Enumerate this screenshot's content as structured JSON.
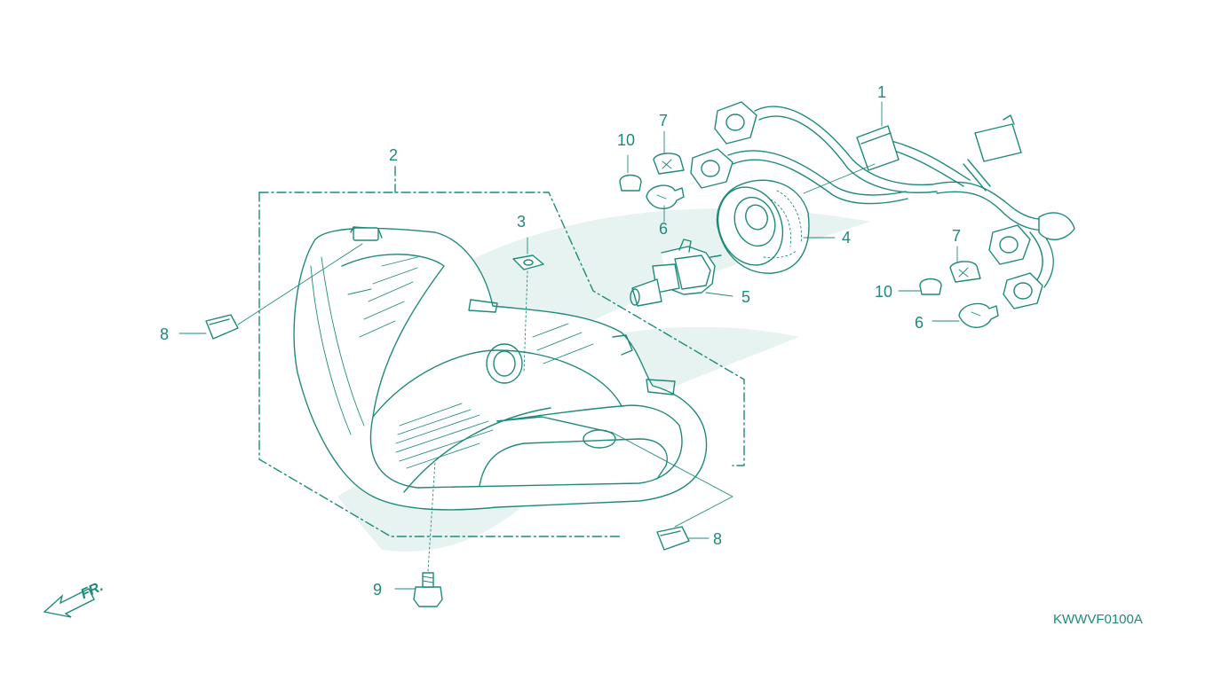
{
  "diagram": {
    "drawing_code": "KWWVF0100A",
    "direction_label": "FR.",
    "callouts": {
      "c1": "1",
      "c2": "2",
      "c3": "3",
      "c4": "4",
      "c5": "5",
      "c6a": "6",
      "c6b": "6",
      "c7a": "7",
      "c7b": "7",
      "c8a": "8",
      "c8b": "8",
      "c9": "9",
      "c10a": "10",
      "c10b": "10"
    }
  },
  "colors": {
    "line": "#1f8a7a",
    "watermark": "#e7f3f0",
    "background": "#ffffff"
  },
  "icons": {
    "direction": "arrow-down-left-icon"
  }
}
